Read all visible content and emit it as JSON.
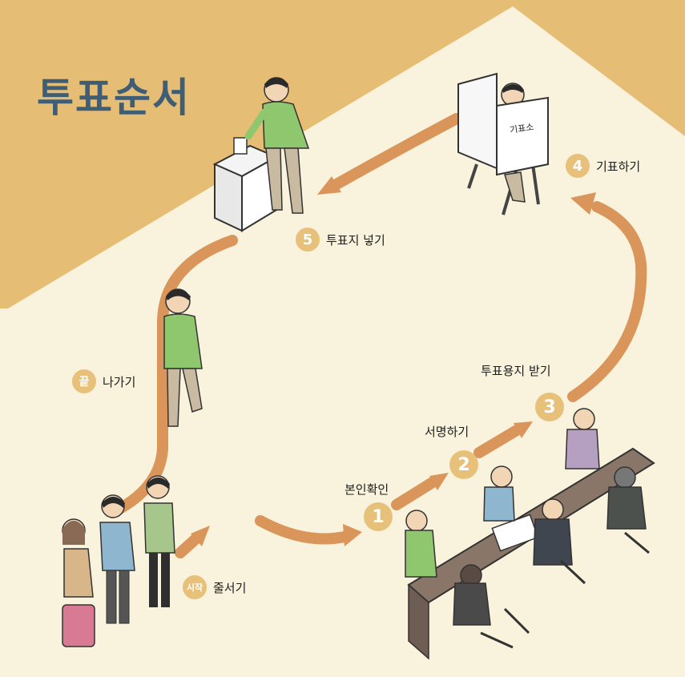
{
  "title": "투표순서",
  "colors": {
    "background_cream": "#f9f2dc",
    "roof_gold": "#e5bd74",
    "arrow_orange": "#d9955a",
    "badge_gold": "#e7c07a",
    "title_slate": "#3f5d74"
  },
  "booth_sign": "기표소",
  "steps": [
    {
      "badge": "시작",
      "label": "줄서기"
    },
    {
      "badge": "1",
      "label": "본인확인"
    },
    {
      "badge": "2",
      "label": "서명하기"
    },
    {
      "badge": "3",
      "label": "투표용지 받기"
    },
    {
      "badge": "4",
      "label": "기표하기"
    },
    {
      "badge": "5",
      "label": "투표지 넣기"
    },
    {
      "badge": "끝",
      "label": "나가기"
    }
  ]
}
